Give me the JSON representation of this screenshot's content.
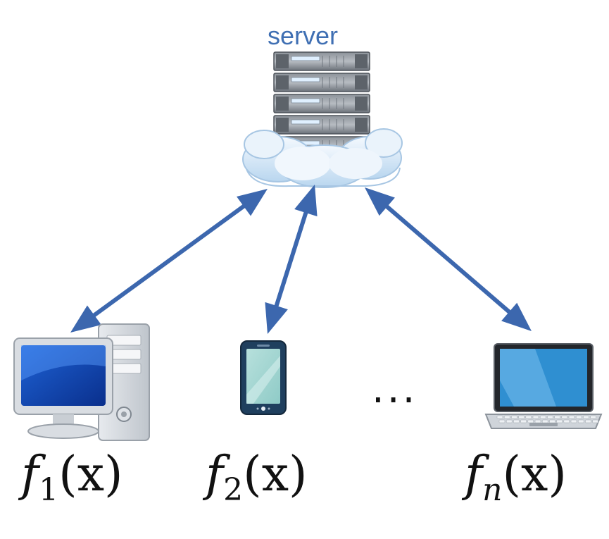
{
  "server": {
    "label": "server"
  },
  "clients": [
    {
      "device": "desktop-computer",
      "func": "f",
      "sub": "1",
      "arg": "(x)"
    },
    {
      "device": "smartphone",
      "func": "f",
      "sub": "2",
      "arg": "(x)"
    },
    {
      "device": "laptop",
      "func": "f",
      "sub": "n",
      "arg": "(x)"
    }
  ],
  "ellipsis": "...",
  "colors": {
    "arrow": "#3c67ae",
    "label": "#3f6fb3"
  }
}
